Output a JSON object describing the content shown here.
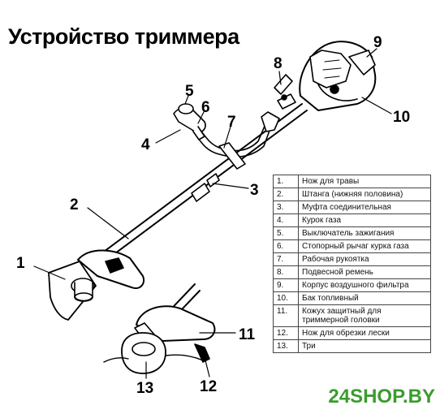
{
  "title": "Устройство триммера",
  "callouts": [
    "1",
    "2",
    "3",
    "4",
    "5",
    "6",
    "7",
    "8",
    "9",
    "10",
    "11",
    "12",
    "13"
  ],
  "legend": [
    {
      "num": "1.",
      "text": "Нож для травы"
    },
    {
      "num": "2.",
      "text": "Штанга (нижняя половина)"
    },
    {
      "num": "3.",
      "text": "Муфта соединительная"
    },
    {
      "num": "4.",
      "text": "Курок газа"
    },
    {
      "num": "5.",
      "text": "Выключатель зажигания"
    },
    {
      "num": "6.",
      "text": "Стопорный рычаг курка газа"
    },
    {
      "num": "7.",
      "text": "Рабочая рукоятка"
    },
    {
      "num": "8.",
      "text": "Подвесной ремень"
    },
    {
      "num": "9.",
      "text": "Корпус воздушного фильтра"
    },
    {
      "num": "10.",
      "text": "Бак топливный"
    },
    {
      "num": "11.",
      "text": "Кожух защитный для триммерной головки"
    },
    {
      "num": "12.",
      "text": "Нож для обрезки лески"
    },
    {
      "num": "13.",
      "text": "Три"
    }
  ],
  "watermark": "24SHOP.BY",
  "colors": {
    "watermark": "#3b9c2e",
    "line": "#000000"
  }
}
